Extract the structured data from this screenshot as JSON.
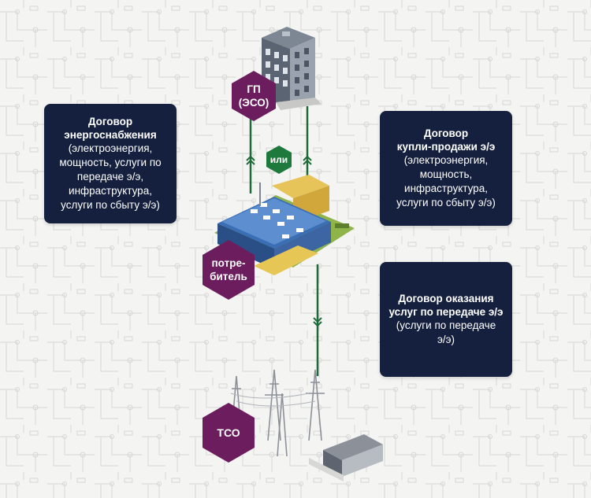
{
  "colors": {
    "card_bg": "#15203f",
    "hex_purple": "#6b1d5e",
    "hex_green": "#1e7a3c",
    "line_green": "#1e6b3a",
    "background": "#f4f4f2"
  },
  "cards": {
    "supply": {
      "title_1": "Договор",
      "title_2": "энергоснабжения",
      "desc_1": "(электроэнергия,",
      "desc_2": "мощность, услуги по",
      "desc_3": "передаче э/э,",
      "desc_4": "инфраструктура,",
      "desc_5": "услуги по сбыту э/э)"
    },
    "sale": {
      "title_1": "Договор",
      "title_2": "купли-продажи э/э",
      "desc_1": "(электроэнергия,",
      "desc_2": "мощность,",
      "desc_3": "инфраструктура,",
      "desc_4": "услуги по сбыту э/э)"
    },
    "transmission": {
      "title_1": "Договор оказания",
      "title_2": "услуг по передаче э/э",
      "desc_1": "(услуги по передаче",
      "desc_2": "э/э)"
    }
  },
  "nodes": {
    "gp": {
      "line_1": "ГП",
      "line_2": "(ЭСО)"
    },
    "consumer": {
      "line_1": "потре-",
      "line_2": "битель"
    },
    "tso": {
      "label": "ТСО"
    },
    "or": {
      "label": "или"
    }
  },
  "icons": [
    "office-building-icon",
    "factory-building-icon",
    "power-tower-icon",
    "warehouse-icon",
    "arrow-up-icon",
    "arrow-down-icon"
  ]
}
